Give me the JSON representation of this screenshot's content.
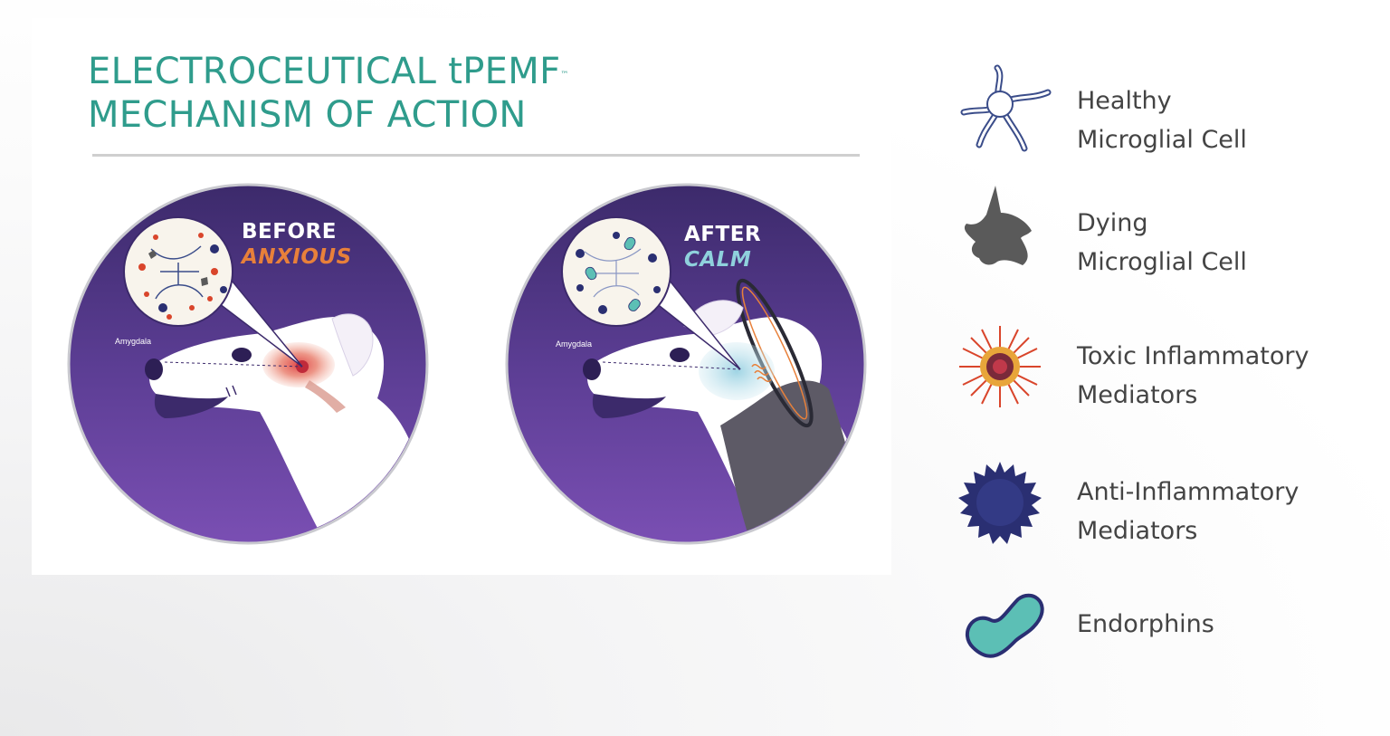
{
  "title": {
    "line1": "ELECTROCEUTICAL tPEMF",
    "trademark": "™",
    "line2": "MECHANISM OF ACTION"
  },
  "panels": [
    {
      "word": "BEFORE",
      "state": "ANXIOUS",
      "state_color": "#e8803a",
      "region_label": "Amygdala"
    },
    {
      "word": "AFTER",
      "state": "CALM",
      "state_color": "#8fd1dc",
      "region_label": "Amygdala"
    }
  ],
  "legend": [
    {
      "icon": "healthy-microglial-cell-icon",
      "label": "Healthy\nMicroglial Cell"
    },
    {
      "icon": "dying-microglial-cell-icon",
      "label": "Dying\nMicroglial Cell"
    },
    {
      "icon": "toxic-mediator-icon",
      "label": "Toxic Inflammatory\nMediators"
    },
    {
      "icon": "anti-inflammatory-mediator-icon",
      "label": "Anti-Inflammatory\nMediators"
    },
    {
      "icon": "endorphin-icon",
      "label": "Endorphins"
    }
  ],
  "colors": {
    "title": "#2f9c8c",
    "circle_top": "#3c2a6b",
    "circle_bottom": "#7a4fb3",
    "healthy_cell": "#3b4d8a",
    "dying_cell": "#5a5a5a",
    "toxic_mediator": "#d9452b",
    "anti_inflammatory": "#2a2f72",
    "endorphin": "#5cbfb5",
    "anxious": "#e8803a",
    "calm": "#8fd1dc"
  }
}
